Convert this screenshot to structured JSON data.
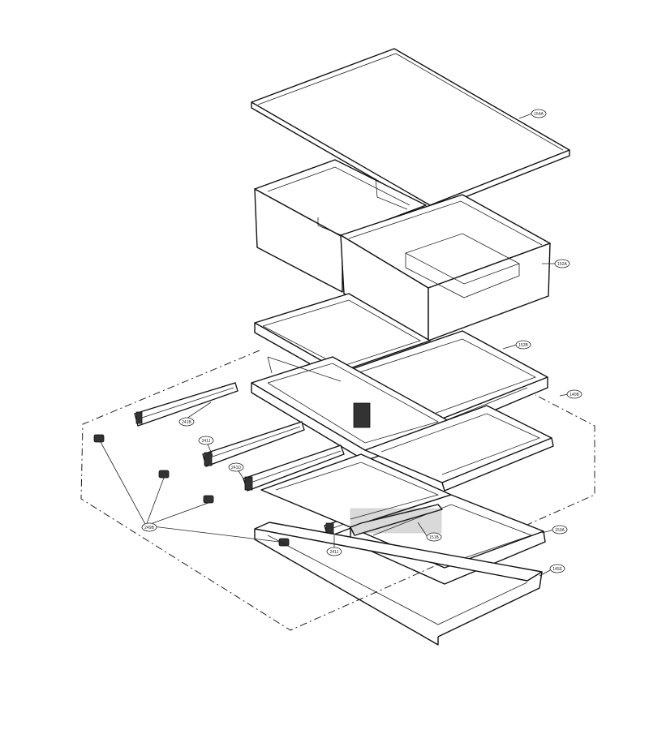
{
  "diagram": {
    "type": "exploded-parts-view",
    "callouts": [
      {
        "id": "cover",
        "label": "154A"
      },
      {
        "id": "crisper",
        "label": "152A"
      },
      {
        "id": "crisper-tray",
        "label": "152B"
      },
      {
        "id": "assembly",
        "label": "140B"
      },
      {
        "id": "rail-1",
        "label": "241B"
      },
      {
        "id": "rail-2",
        "label": "241J"
      },
      {
        "id": "rail-3",
        "label": "241D"
      },
      {
        "id": "rail-4",
        "label": "241J"
      },
      {
        "id": "clip",
        "label": "249B"
      },
      {
        "id": "pantry-cover",
        "label": "151B"
      },
      {
        "id": "pantry-drawer",
        "label": "153A"
      },
      {
        "id": "pantry-frame",
        "label": "145E"
      }
    ]
  }
}
